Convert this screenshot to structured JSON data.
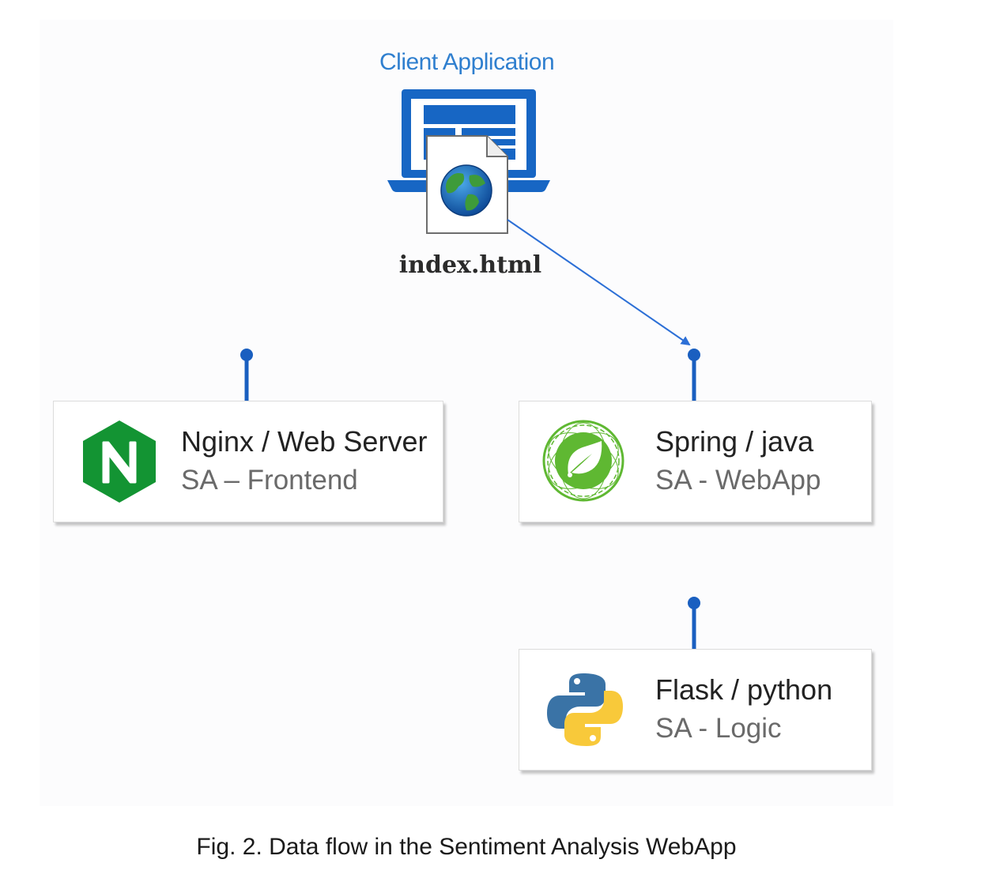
{
  "client": {
    "title": "Client Application",
    "file_label": "index.html"
  },
  "nodes": [
    {
      "name": "Nginx / Web Server",
      "role": "SA – Frontend",
      "logo": "nginx-logo"
    },
    {
      "name": "Spring / java",
      "role": "SA - WebApp",
      "logo": "spring-logo"
    },
    {
      "name": "Flask / python",
      "role": "SA - Logic",
      "logo": "python-logo"
    }
  ],
  "edges": [
    {
      "from": "index.html",
      "to": "Spring / java"
    }
  ],
  "caption": "Fig. 2. Data flow in the Sentiment Analysis WebApp",
  "colors": {
    "accent": "#1a5fc0",
    "client_title": "#2f7fcf",
    "nginx": "#139433",
    "spring": "#5fb832",
    "python_blue": "#3a73a6",
    "python_yellow": "#f8c93a"
  }
}
